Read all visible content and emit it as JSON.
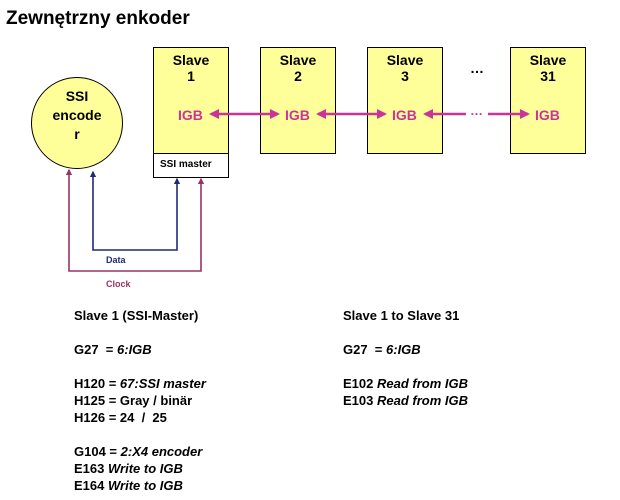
{
  "title": "Zewnętrzny enkoder",
  "encoder": {
    "lines": [
      "SSI",
      "encode",
      "r"
    ]
  },
  "slaves": [
    {
      "line1": "Slave",
      "line2": "1",
      "port": "IGB"
    },
    {
      "line1": "Slave",
      "line2": "2",
      "port": "IGB"
    },
    {
      "line1": "Slave",
      "line2": "3",
      "port": "IGB"
    },
    {
      "line1": "Slave",
      "line2": "31",
      "port": "IGB"
    }
  ],
  "ellipsis_top": "…",
  "ellipsis_link": "…",
  "ssi_master_label": "SSI master",
  "signals": {
    "data": "Data",
    "clock": "Clock"
  },
  "colors": {
    "box_fill": "#ffff99",
    "igb": "#cc3399",
    "data_line": "#1f2a7a",
    "clock_line": "#993366"
  },
  "left_column": {
    "heading": "Slave 1 (SSI-Master)",
    "groups": [
      [
        {
          "code": "G27",
          "sep": "  = ",
          "value": "6:IGB"
        }
      ],
      [
        {
          "code": "H120",
          "sep": " = ",
          "value": "67:SSI master"
        },
        {
          "code": "H125",
          "sep": " = ",
          "value_plain": "Gray / binär"
        },
        {
          "code": "H126",
          "sep": " = ",
          "value_plain": "24  /  25"
        }
      ],
      [
        {
          "code": "G104",
          "sep": " = ",
          "value": "2:X4 encoder"
        },
        {
          "code": "E163",
          "sep": " ",
          "value": "Write to IGB"
        },
        {
          "code": "E164",
          "sep": " ",
          "value": "Write to IGB"
        }
      ]
    ]
  },
  "right_column": {
    "heading": "Slave 1 to Slave 31",
    "groups": [
      [
        {
          "code": "G27",
          "sep": "  = ",
          "value": "6:IGB"
        }
      ],
      [
        {
          "code": "E102",
          "sep": " ",
          "value": "Read from IGB"
        },
        {
          "code": "E103",
          "sep": " ",
          "value": "Read from IGB"
        }
      ]
    ]
  }
}
